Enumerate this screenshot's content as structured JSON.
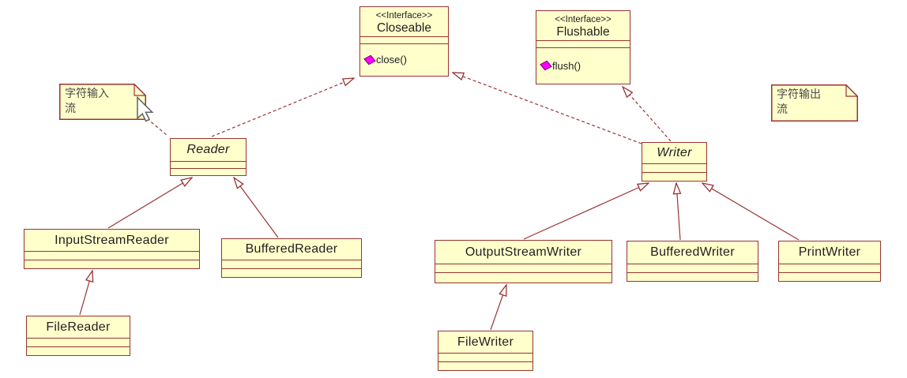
{
  "diagram": {
    "type": "uml-class-diagram",
    "title": "Java character stream (Reader/Writer) class hierarchy",
    "colors": {
      "background": "#ffffff",
      "box_fill": "#ffffcc",
      "box_border": "#993333",
      "line": "#993333",
      "class_text": "#1f1f1f",
      "note_text": "#4a4a4a",
      "diamond_fill": "#ff00ff",
      "diamond_border": "#770077"
    },
    "nodes": {
      "closeable": {
        "stereotype": "<<Interface>>",
        "name": "Closeable",
        "method": "close()"
      },
      "flushable": {
        "stereotype": "<<Interface>>",
        "name": "Flushable",
        "method": "flush()"
      },
      "reader": {
        "name": "Reader",
        "abstract": true
      },
      "writer": {
        "name": "Writer",
        "abstract": true
      },
      "input_stream_reader": {
        "name": "InputStreamReader"
      },
      "buffered_reader": {
        "name": "BufferedReader"
      },
      "file_reader": {
        "name": "FileReader"
      },
      "output_stream_writer": {
        "name": "OutputStreamWriter"
      },
      "buffered_writer": {
        "name": "BufferedWriter"
      },
      "print_writer": {
        "name": "PrintWriter"
      },
      "file_writer": {
        "name": "FileWriter"
      }
    },
    "notes": {
      "input": {
        "line1": "字符输入",
        "line2": "流",
        "full_text": "字符输入流"
      },
      "output": {
        "line1": "字符输出",
        "line2": "流",
        "full_text": "字符输出流"
      }
    },
    "relationships": [
      {
        "from": "Reader",
        "to": "Closeable",
        "type": "realization"
      },
      {
        "from": "Writer",
        "to": "Closeable",
        "type": "realization"
      },
      {
        "from": "Writer",
        "to": "Flushable",
        "type": "realization"
      },
      {
        "from": "InputStreamReader",
        "to": "Reader",
        "type": "generalization"
      },
      {
        "from": "BufferedReader",
        "to": "Reader",
        "type": "generalization"
      },
      {
        "from": "FileReader",
        "to": "InputStreamReader",
        "type": "generalization"
      },
      {
        "from": "OutputStreamWriter",
        "to": "Writer",
        "type": "generalization"
      },
      {
        "from": "BufferedWriter",
        "to": "Writer",
        "type": "generalization"
      },
      {
        "from": "PrintWriter",
        "to": "Writer",
        "type": "generalization"
      },
      {
        "from": "FileWriter",
        "to": "OutputStreamWriter",
        "type": "generalization"
      },
      {
        "from": "note-character-input-stream",
        "to": "Reader",
        "type": "note-attachment"
      }
    ]
  }
}
